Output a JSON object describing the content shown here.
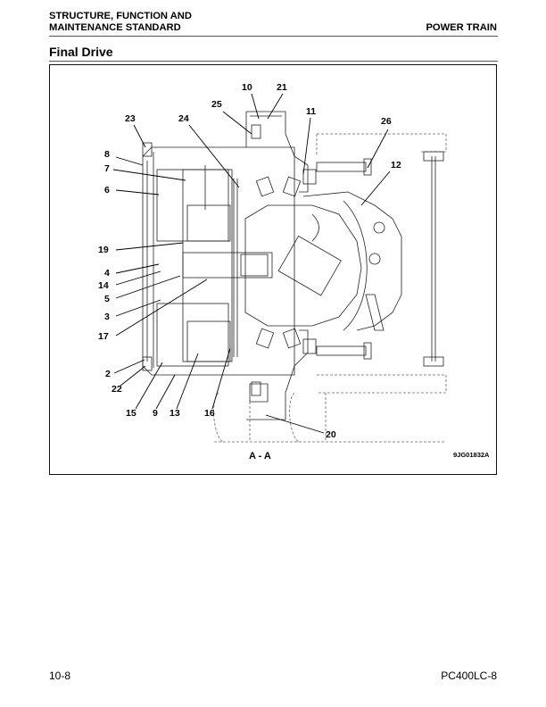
{
  "header": {
    "left_line1": "STRUCTURE, FUNCTION AND",
    "left_line2": "MAINTENANCE STANDARD",
    "right": "POWER TRAIN"
  },
  "section": {
    "title": "Final Drive"
  },
  "figure": {
    "section_label": "A - A",
    "figure_code": "9JG01832A",
    "callouts": [
      {
        "id": "10",
        "label": "10"
      },
      {
        "id": "21",
        "label": "21"
      },
      {
        "id": "25",
        "label": "25"
      },
      {
        "id": "11",
        "label": "11"
      },
      {
        "id": "23",
        "label": "23"
      },
      {
        "id": "24",
        "label": "24"
      },
      {
        "id": "26",
        "label": "26"
      },
      {
        "id": "8",
        "label": "8"
      },
      {
        "id": "7",
        "label": "7"
      },
      {
        "id": "12",
        "label": "12"
      },
      {
        "id": "6",
        "label": "6"
      },
      {
        "id": "19",
        "label": "19"
      },
      {
        "id": "4",
        "label": "4"
      },
      {
        "id": "14",
        "label": "14"
      },
      {
        "id": "5",
        "label": "5"
      },
      {
        "id": "3",
        "label": "3"
      },
      {
        "id": "17",
        "label": "17"
      },
      {
        "id": "2",
        "label": "2"
      },
      {
        "id": "22",
        "label": "22"
      },
      {
        "id": "15",
        "label": "15"
      },
      {
        "id": "9",
        "label": "9"
      },
      {
        "id": "13",
        "label": "13"
      },
      {
        "id": "16",
        "label": "16"
      },
      {
        "id": "20",
        "label": "20"
      }
    ]
  },
  "footer": {
    "page": "10-8",
    "model": "PC400LC-8"
  }
}
